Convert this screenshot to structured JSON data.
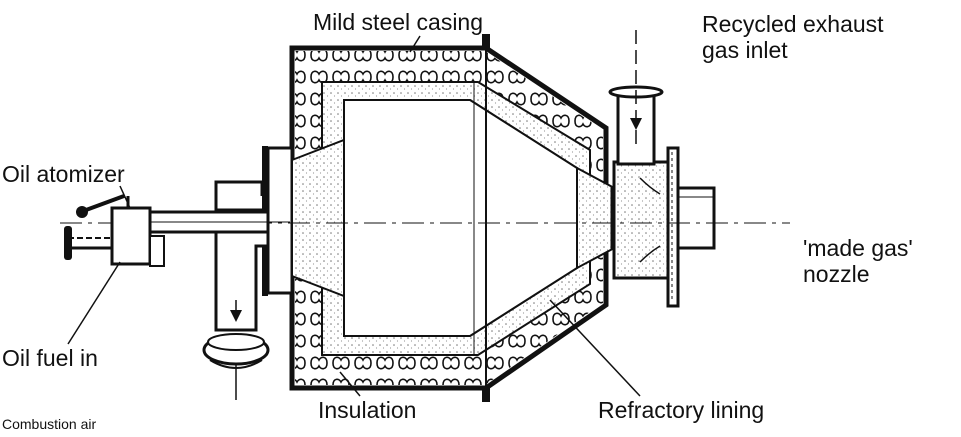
{
  "labels": {
    "mild_steel_casing": "Mild steel casing",
    "recycled_line1": "Recycled exhaust",
    "recycled_line2": "gas inlet",
    "oil_atomizer": "Oil atomizer",
    "made_gas_line1": "'made gas'",
    "made_gas_line2": "nozzle",
    "oil_fuel_in": "Oil fuel in",
    "insulation": "Insulation",
    "refractory_lining": "Refractory lining",
    "combustion_air": "Combustion air"
  },
  "colors": {
    "ink": "#111111",
    "paper": "#ffffff",
    "stipple": "#777777"
  }
}
